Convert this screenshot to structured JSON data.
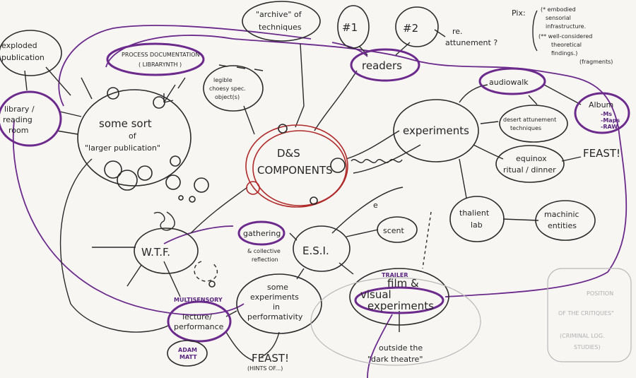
{
  "nodes": {
    "exploded": [
      "exploded",
      "publication"
    ],
    "library": [
      "library /",
      "reading",
      "room"
    ],
    "process_doc": [
      "PROCESS DOCUMENTATION",
      "( LIBRARYNTH )"
    ],
    "archive": [
      "\"archive\" of",
      "techniques"
    ],
    "num1": "#1",
    "num2": "#2",
    "re_attunement": [
      "re.",
      "attunement ?"
    ],
    "readers": "readers",
    "legible": [
      "legible",
      "choesy spec.",
      "object(s)"
    ],
    "larger_pub": [
      "some sort",
      "of",
      "\"larger publication\""
    ],
    "ds": [
      "D&S",
      "COMPONENTS"
    ],
    "experiments": "experiments",
    "audiowalk": "audiowalk",
    "desert": [
      "desert attunement",
      "techniques"
    ],
    "equinox": [
      "equinox",
      "ritual / dinner"
    ],
    "feast_right": "FEAST!",
    "album": "Album",
    "album_sub": [
      "-Ms",
      "-Maps",
      "-RAW"
    ],
    "thalient": [
      "thalient",
      "lab"
    ],
    "machinic": [
      "machinic",
      "entities"
    ],
    "wtf": "W.T.F.",
    "gathering": "gathering",
    "collective": [
      "& collective",
      "reflection"
    ],
    "esi": "E.S.I.",
    "scent": "scent",
    "some_exp": [
      "some",
      "experiments",
      "in",
      "performativity"
    ],
    "trailer": "TRAILER",
    "film": [
      "film &",
      "visual",
      "experiments"
    ],
    "multisensory": "MULTISENSORY",
    "lecture": [
      "lecture/",
      "performance"
    ],
    "adam": [
      "ADAM",
      "MATT"
    ],
    "feast_bottom": [
      "FEAST!",
      "(HINTS OF...)"
    ],
    "outside": [
      "outside the",
      "\"dark theatre\""
    ],
    "e_label": "e",
    "legend_pix": "Pix:",
    "legend": [
      "(* embodied",
      "sensorial",
      "infrastructure.",
      "(** well-considered",
      "theoretical",
      "findings.)",
      "(fragments)"
    ],
    "faded_box": [
      "POSITION",
      "OF THE CRITIQUES\"",
      "(CRIMINAL LOG.",
      "STUDIES)"
    ]
  },
  "colors": {
    "ink": "#262626",
    "purple": "#6b2a8c",
    "red": "#b02a2a",
    "board": "#f7f6f2"
  }
}
